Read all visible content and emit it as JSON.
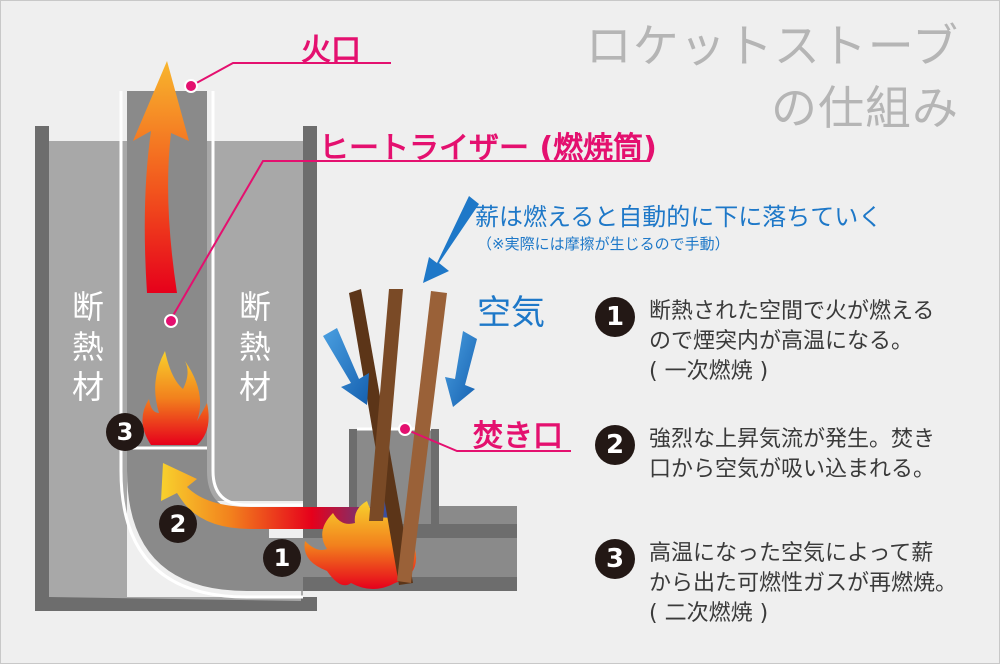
{
  "title": {
    "line1": "ロケットストーブ",
    "line2": "の仕組み"
  },
  "callouts": {
    "fire_mouth": "火口",
    "heat_riser": "ヒートライザー (燃焼筒)",
    "feed_mouth": "焚き口"
  },
  "insulation": {
    "left": "断熱材",
    "right": "断熱材"
  },
  "wood_note": {
    "main": "薪は燃えると自動的に下に落ちていく",
    "sub": "（※実際には摩擦が生じるので手動）"
  },
  "air_label": "空気",
  "badges": {
    "b1": "1",
    "b2": "2",
    "b3": "3"
  },
  "explanations": [
    {
      "number": "1",
      "lines": [
        "断熱された空間で火が燃える",
        "ので煙突内が高温になる。",
        "( 一次燃焼 )"
      ]
    },
    {
      "number": "2",
      "lines": [
        "強烈な上昇気流が発生。焚き",
        "口から空気が吸い込まれる。"
      ]
    },
    {
      "number": "3",
      "lines": [
        "高温になった空気によって薪",
        "から出た可燃性ガスが再燃焼。",
        "( 二次燃焼 )"
      ]
    }
  ],
  "colors": {
    "callout": "#e4106f",
    "blue": "#1e78c8",
    "wall_dark": "#6d6d6d",
    "insulation": "#a8a8a8",
    "channel": "#8a8a8a"
  }
}
